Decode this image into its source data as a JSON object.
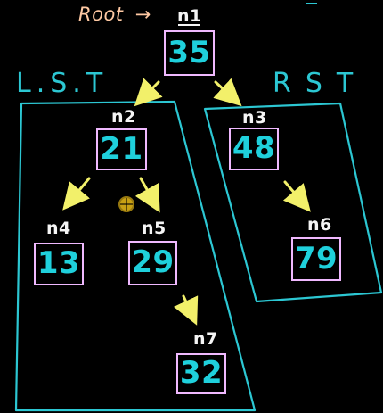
{
  "diagram": {
    "root_annotation": "Root",
    "arrow_glyph": "→",
    "left_subtree_label": "L.S.T",
    "right_subtree_label": "RST",
    "nodes": [
      {
        "id": "n1",
        "value": "35"
      },
      {
        "id": "n2",
        "value": "21"
      },
      {
        "id": "n3",
        "value": "48"
      },
      {
        "id": "n4",
        "value": "13"
      },
      {
        "id": "n5",
        "value": "29"
      },
      {
        "id": "n6",
        "value": "79"
      },
      {
        "id": "n7",
        "value": "32"
      }
    ]
  }
}
